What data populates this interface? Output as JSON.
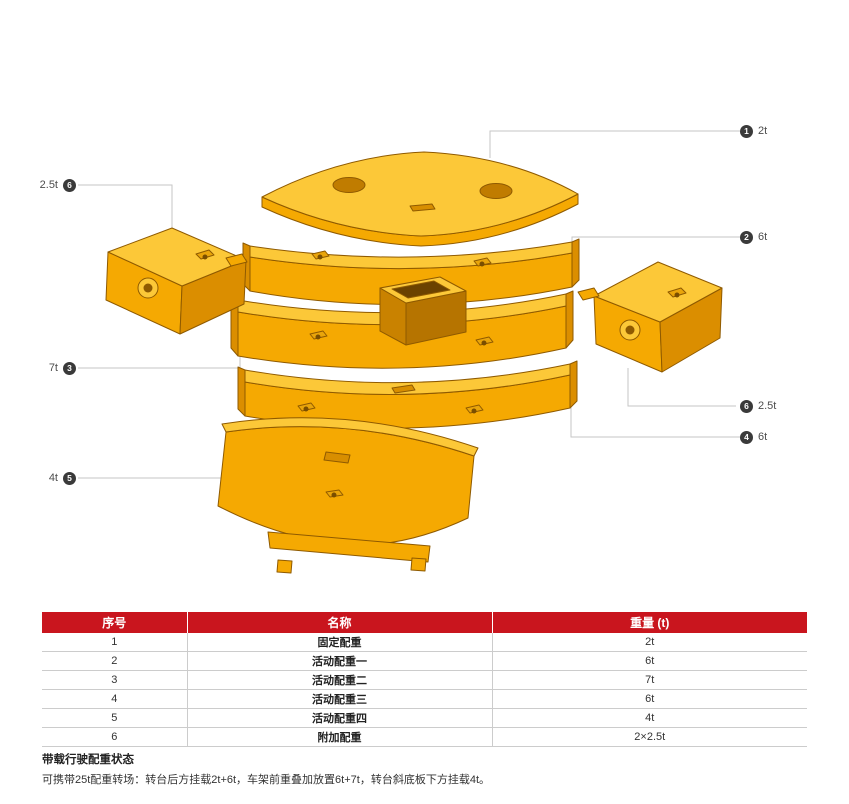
{
  "diagram": {
    "callouts_left": [
      {
        "id": "6",
        "weight": "2.5t"
      },
      {
        "id": "3",
        "weight": "7t"
      },
      {
        "id": "5",
        "weight": "4t"
      }
    ],
    "callouts_right": [
      {
        "id": "1",
        "weight": "2t"
      },
      {
        "id": "2",
        "weight": "6t"
      },
      {
        "id": "6",
        "weight": "2.5t"
      },
      {
        "id": "4",
        "weight": "6t"
      }
    ]
  },
  "table": {
    "headers": [
      "序号",
      "名称",
      "重量 (t)"
    ],
    "rows": [
      [
        "1",
        "固定配重",
        "2t"
      ],
      [
        "2",
        "活动配重一",
        "6t"
      ],
      [
        "3",
        "活动配重二",
        "7t"
      ],
      [
        "4",
        "活动配重三",
        "6t"
      ],
      [
        "5",
        "活动配重四",
        "4t"
      ],
      [
        "6",
        "附加配重",
        "2×2.5t"
      ]
    ]
  },
  "notes": {
    "title": "带载行驶配重状态",
    "body": "可携带25t配重转场：转台后方挂载2t+6t，车架前重叠加放置6t+7t，转台斜底板下方挂载4t。"
  },
  "colors": {
    "table_header_red": "#C9151E",
    "counterweight_yellow": "#FBBB17",
    "counterweight_shadow": "#DB8E00",
    "callout_badge": "#3A3A3A",
    "callout_line": "#C6C6C6"
  }
}
